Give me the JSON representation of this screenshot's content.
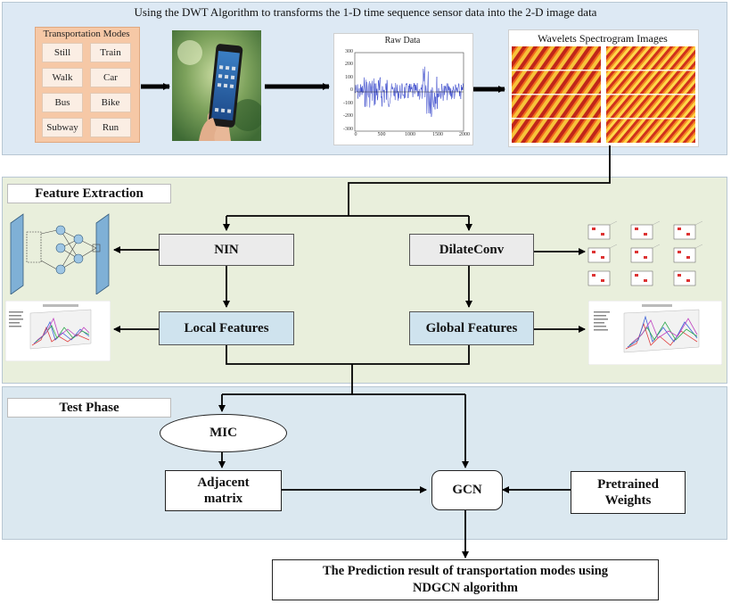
{
  "header": {
    "title": "Using the DWT Algorithm to transforms the 1-D time sequence sensor data into the 2-D image data"
  },
  "modes": {
    "title": "Transportation Modes",
    "items": [
      "Still",
      "Train",
      "Walk",
      "Car",
      "Bus",
      "Bike",
      "Subway",
      "Run"
    ]
  },
  "raw": {
    "title": "Raw Data",
    "y_ticks": [
      "300",
      "200",
      "100",
      "0",
      "-100",
      "-200",
      "-300"
    ],
    "x_ticks": [
      "0",
      "500",
      "1000",
      "1500",
      "2000"
    ]
  },
  "wavelet": {
    "title": "Wavelets Spectrogram Images"
  },
  "feature": {
    "section_label": "Feature Extraction",
    "nin": "NIN",
    "dilate": "DilateConv",
    "local": "Local Features",
    "global": "Global Features"
  },
  "test": {
    "section_label": "Test Phase",
    "mic": "MIC",
    "adj_line1": "Adjacent",
    "adj_line2": "matrix",
    "gcn": "GCN",
    "pre_line1": "Pretrained",
    "pre_line2": "Weights"
  },
  "result": {
    "line1": "The Prediction result of transportation modes using",
    "line2": "NDGCN algorithm"
  },
  "colors": {
    "top_panel": "#dde9f4",
    "feature_panel": "#e9efdc",
    "test_panel": "#dbe8f0",
    "modes_bg": "#f6c8a6",
    "node_box": "#ebebeb"
  }
}
